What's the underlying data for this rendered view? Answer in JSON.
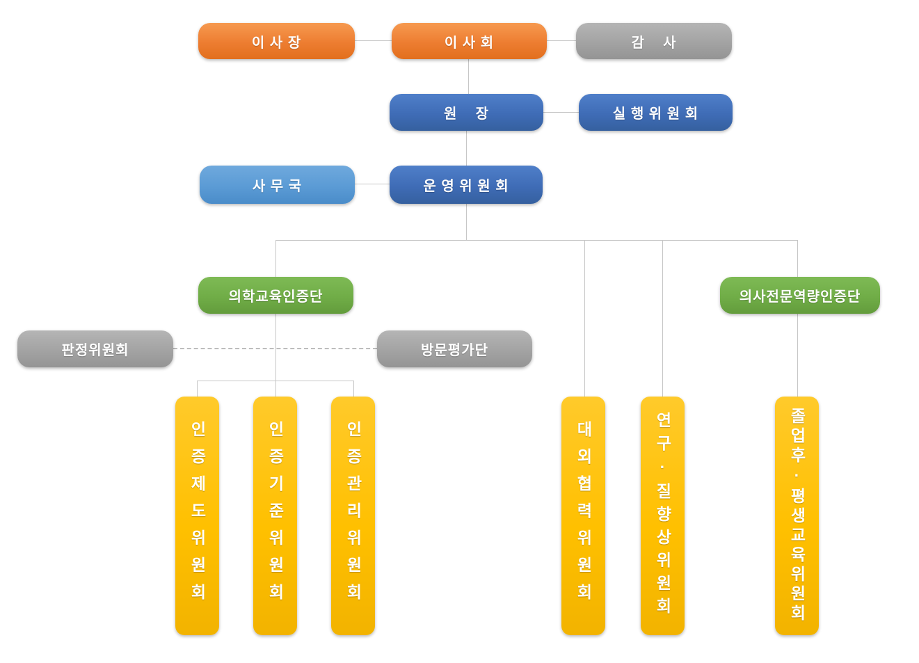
{
  "diagram": {
    "type": "organization-chart",
    "nodes": {
      "chairman": {
        "label": "이 사 장"
      },
      "board": {
        "label": "이 사 회"
      },
      "auditor": {
        "label": "감    사"
      },
      "president": {
        "label": "원    장"
      },
      "executive_committee": {
        "label": "실 행 위 원 회"
      },
      "secretariat": {
        "label": "사 무 국"
      },
      "steering_committee": {
        "label": "운 영 위 원 회"
      },
      "medical_education_accreditation_unit": {
        "label": "의학교육인증단"
      },
      "physician_competency_accreditation_unit": {
        "label": "의사전문역량인증단"
      },
      "judgment_committee": {
        "label": "판정위원회"
      },
      "site_visit_team": {
        "label": "방문평가단"
      },
      "accreditation_system_committee": {
        "label": "인증제도위원회"
      },
      "accreditation_standards_committee": {
        "label": "인증기준위원회"
      },
      "accreditation_management_committee": {
        "label": "인증관리위원회"
      },
      "external_cooperation_committee": {
        "label": "대외협력위원회"
      },
      "research_quality_improvement_committee": {
        "label": "연구·질향상위원회"
      },
      "postgraduate_lifelong_education_committee": {
        "label": "졸업후·평생교육위원회"
      }
    },
    "colors": {
      "orange": "#ED7D31",
      "gray": "#A6A6A6",
      "blue": "#3F6CB6",
      "light_blue": "#5B9BD5",
      "green": "#70AD47",
      "yellow": "#FFC000",
      "connector": "#C6C6C6"
    },
    "edges": [
      {
        "from": "chairman",
        "to": "board",
        "style": "solid"
      },
      {
        "from": "board",
        "to": "auditor",
        "style": "solid"
      },
      {
        "from": "board",
        "to": "president",
        "style": "solid"
      },
      {
        "from": "president",
        "to": "executive_committee",
        "style": "solid"
      },
      {
        "from": "president",
        "to": "steering_committee",
        "style": "solid"
      },
      {
        "from": "secretariat",
        "to": "steering_committee",
        "style": "solid"
      },
      {
        "from": "steering_committee",
        "to": "medical_education_accreditation_unit",
        "style": "solid"
      },
      {
        "from": "steering_committee",
        "to": "external_cooperation_committee",
        "style": "solid"
      },
      {
        "from": "steering_committee",
        "to": "research_quality_improvement_committee",
        "style": "solid"
      },
      {
        "from": "steering_committee",
        "to": "physician_competency_accreditation_unit",
        "style": "solid"
      },
      {
        "from": "medical_education_accreditation_unit",
        "to": "accreditation_system_committee",
        "style": "solid"
      },
      {
        "from": "medical_education_accreditation_unit",
        "to": "accreditation_standards_committee",
        "style": "solid"
      },
      {
        "from": "medical_education_accreditation_unit",
        "to": "accreditation_management_committee",
        "style": "solid"
      },
      {
        "from": "judgment_committee",
        "to": "site_visit_team",
        "style": "dashed"
      },
      {
        "from": "physician_competency_accreditation_unit",
        "to": "postgraduate_lifelong_education_committee",
        "style": "solid"
      }
    ]
  }
}
